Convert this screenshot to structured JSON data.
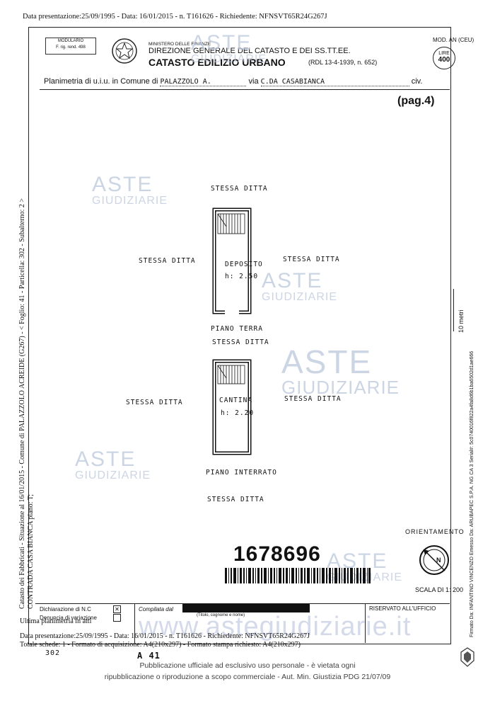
{
  "header": {
    "top_line": "Data presentazione:25/09/1995 - Data: 16/01/2015 - n. T161626 - Richiedente: NFNSVT65R24G267J"
  },
  "form": {
    "modulario_l1": "MODULARIO",
    "modulario_l2": "F. rig. rend. 498",
    "ministry": "MINISTERO DELLE FINANZE",
    "direzione": "DIREZIONE GENERALE DEL CATASTO E DEI SS.TT.EE.",
    "catasto": "CATASTO EDILIZIO URBANO",
    "rdl": "(RDL 13-4-1939, n. 652)",
    "mod": "MOD. AN (CEU)",
    "lire_label": "LIRE",
    "lire_value": "400",
    "planimetria_label": "Planimetria di u.i.u. in Comune di",
    "comune_value": "PALAZZOLO A.",
    "via_label": "via",
    "via_value": "C.DA CASABIANCA",
    "civ_label": "civ.",
    "page": "(pag.4)"
  },
  "left_side": {
    "line1": "Catasto dei Fabbricati - Situazione al 16/01/2015 - Comune di PALAZZOLO ACREIDE (G267) - < Foglio: 41 - Particella: 302 - Subalterno: 2 >",
    "line2": "CONTRADA CASA BIANCA piano: T;"
  },
  "right_side": {
    "scale_text": "10 metri",
    "signature_text": "Firmato Da: INFANTINO VINCENZO Emesso Da: ARUBAPEC S.P.A. NG CA 3 Serial#: 5c0740016f822a4fa8d6b1ba6502d1ae666"
  },
  "plan": {
    "labels": {
      "top": "STESSA DITTA",
      "left_ground": "STESSA DITTA",
      "right_ground": "STESSA DITTA",
      "deposito": "DEPOSITO",
      "h_deposito": "h: 2.50",
      "piano_terra": "PIANO TERRA",
      "mid": "STESSA DITTA",
      "left_base": "STESSA DITTA",
      "right_base": "STESSA DITTA",
      "cantina": "CANTINA",
      "h_cantina": "h: 2.20",
      "piano_interrato": "PIANO INTERRATO",
      "bottom": "STESSA DITTA"
    }
  },
  "watermark": {
    "aste": "ASTE",
    "giudiziarie": "GIUDIZIARIE",
    "url": "www.astegiudiziarie.it"
  },
  "barcode_number": "1678696",
  "orientamento": "ORIENTAMENTO",
  "compass_letter": "N",
  "scala": "SCALA DI 1: 200",
  "bottom": {
    "dichiarazione": "Dichiarazione di N.C",
    "denuncia": "Denuncia di variazione",
    "compilata": "Compilata dal",
    "titolo": "(Titolo, cognome e nome)",
    "riservato": "RISERVATO ALL'UFFICIO",
    "ultima": "Ultima planimetria in atti",
    "line2": "Data presentazione:25/09/1995 - Data: 16/01/2015 - n. T161626 - Richiedente: NFNSVT65R24G267J",
    "line3": "Totale schede: 1 - Formato di acquisizione: A4(210x297) - Formato stampa richiesto: A4(210x297)",
    "foglio": "A 41",
    "particella": "302"
  },
  "footer": {
    "line1": "Pubblicazione ufficiale ad esclusivo uso personale - è vietata ogni",
    "line2": "ripubblicazione o riproduzione a scopo commerciale - Aut. Min. Giustizia PDG 21/07/09"
  }
}
